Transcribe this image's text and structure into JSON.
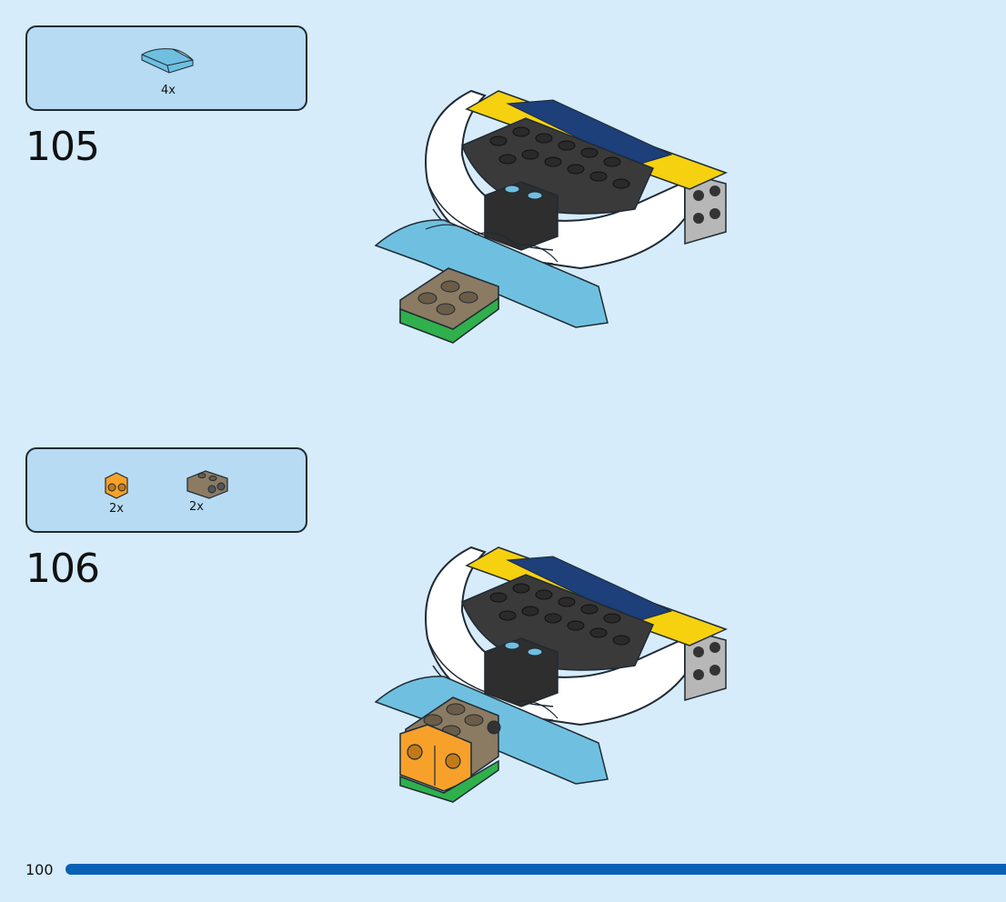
{
  "steps": [
    {
      "number": "105",
      "parts": [
        {
          "name": "curved-slope-light-blue",
          "qty": "4x",
          "color": "#6fc0e0"
        }
      ]
    },
    {
      "number": "106",
      "parts": [
        {
          "name": "brick-1x1-studs-side-orange",
          "qty": "2x",
          "color": "#f7a12b"
        },
        {
          "name": "brick-1x2-studs-side-dark-tan",
          "qty": "2x",
          "color": "#8b7b63"
        }
      ]
    }
  ],
  "page_number": "100",
  "colors": {
    "background": "#d6ecfb",
    "parts_box": "#b6dbf3",
    "progress_bar": "#0861b4"
  }
}
